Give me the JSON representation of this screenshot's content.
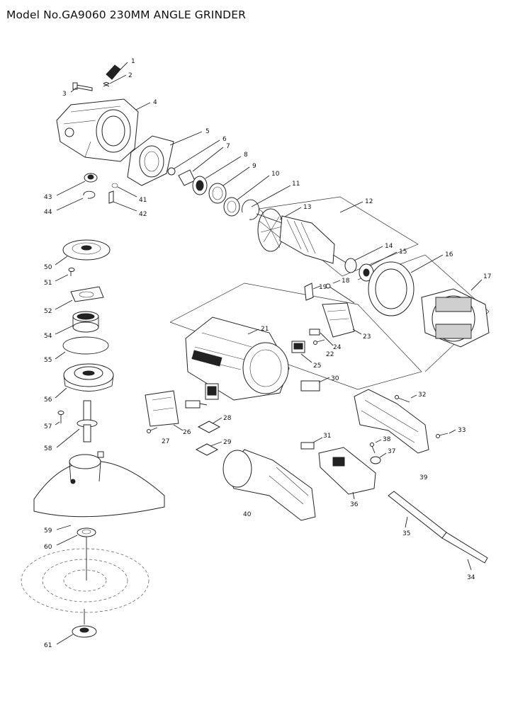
{
  "header": {
    "title": "Model No.GA9060 230MM ANGLE GRINDER"
  },
  "callouts": [
    "1",
    "2",
    "3",
    "4",
    "5",
    "6",
    "7",
    "8",
    "9",
    "10",
    "11",
    "12",
    "13",
    "14",
    "15",
    "16",
    "17",
    "18",
    "19",
    "21",
    "22",
    "23",
    "24",
    "25",
    "26",
    "27",
    "28",
    "29",
    "30",
    "31",
    "32",
    "33",
    "34",
    "35",
    "36",
    "37",
    "38",
    "39",
    "40",
    "41",
    "42",
    "43",
    "44",
    "50",
    "51",
    "52",
    "54",
    "55",
    "56",
    "57",
    "58",
    "59",
    "60",
    "61"
  ],
  "colors": {
    "line": "#222222",
    "background": "#ffffff"
  }
}
